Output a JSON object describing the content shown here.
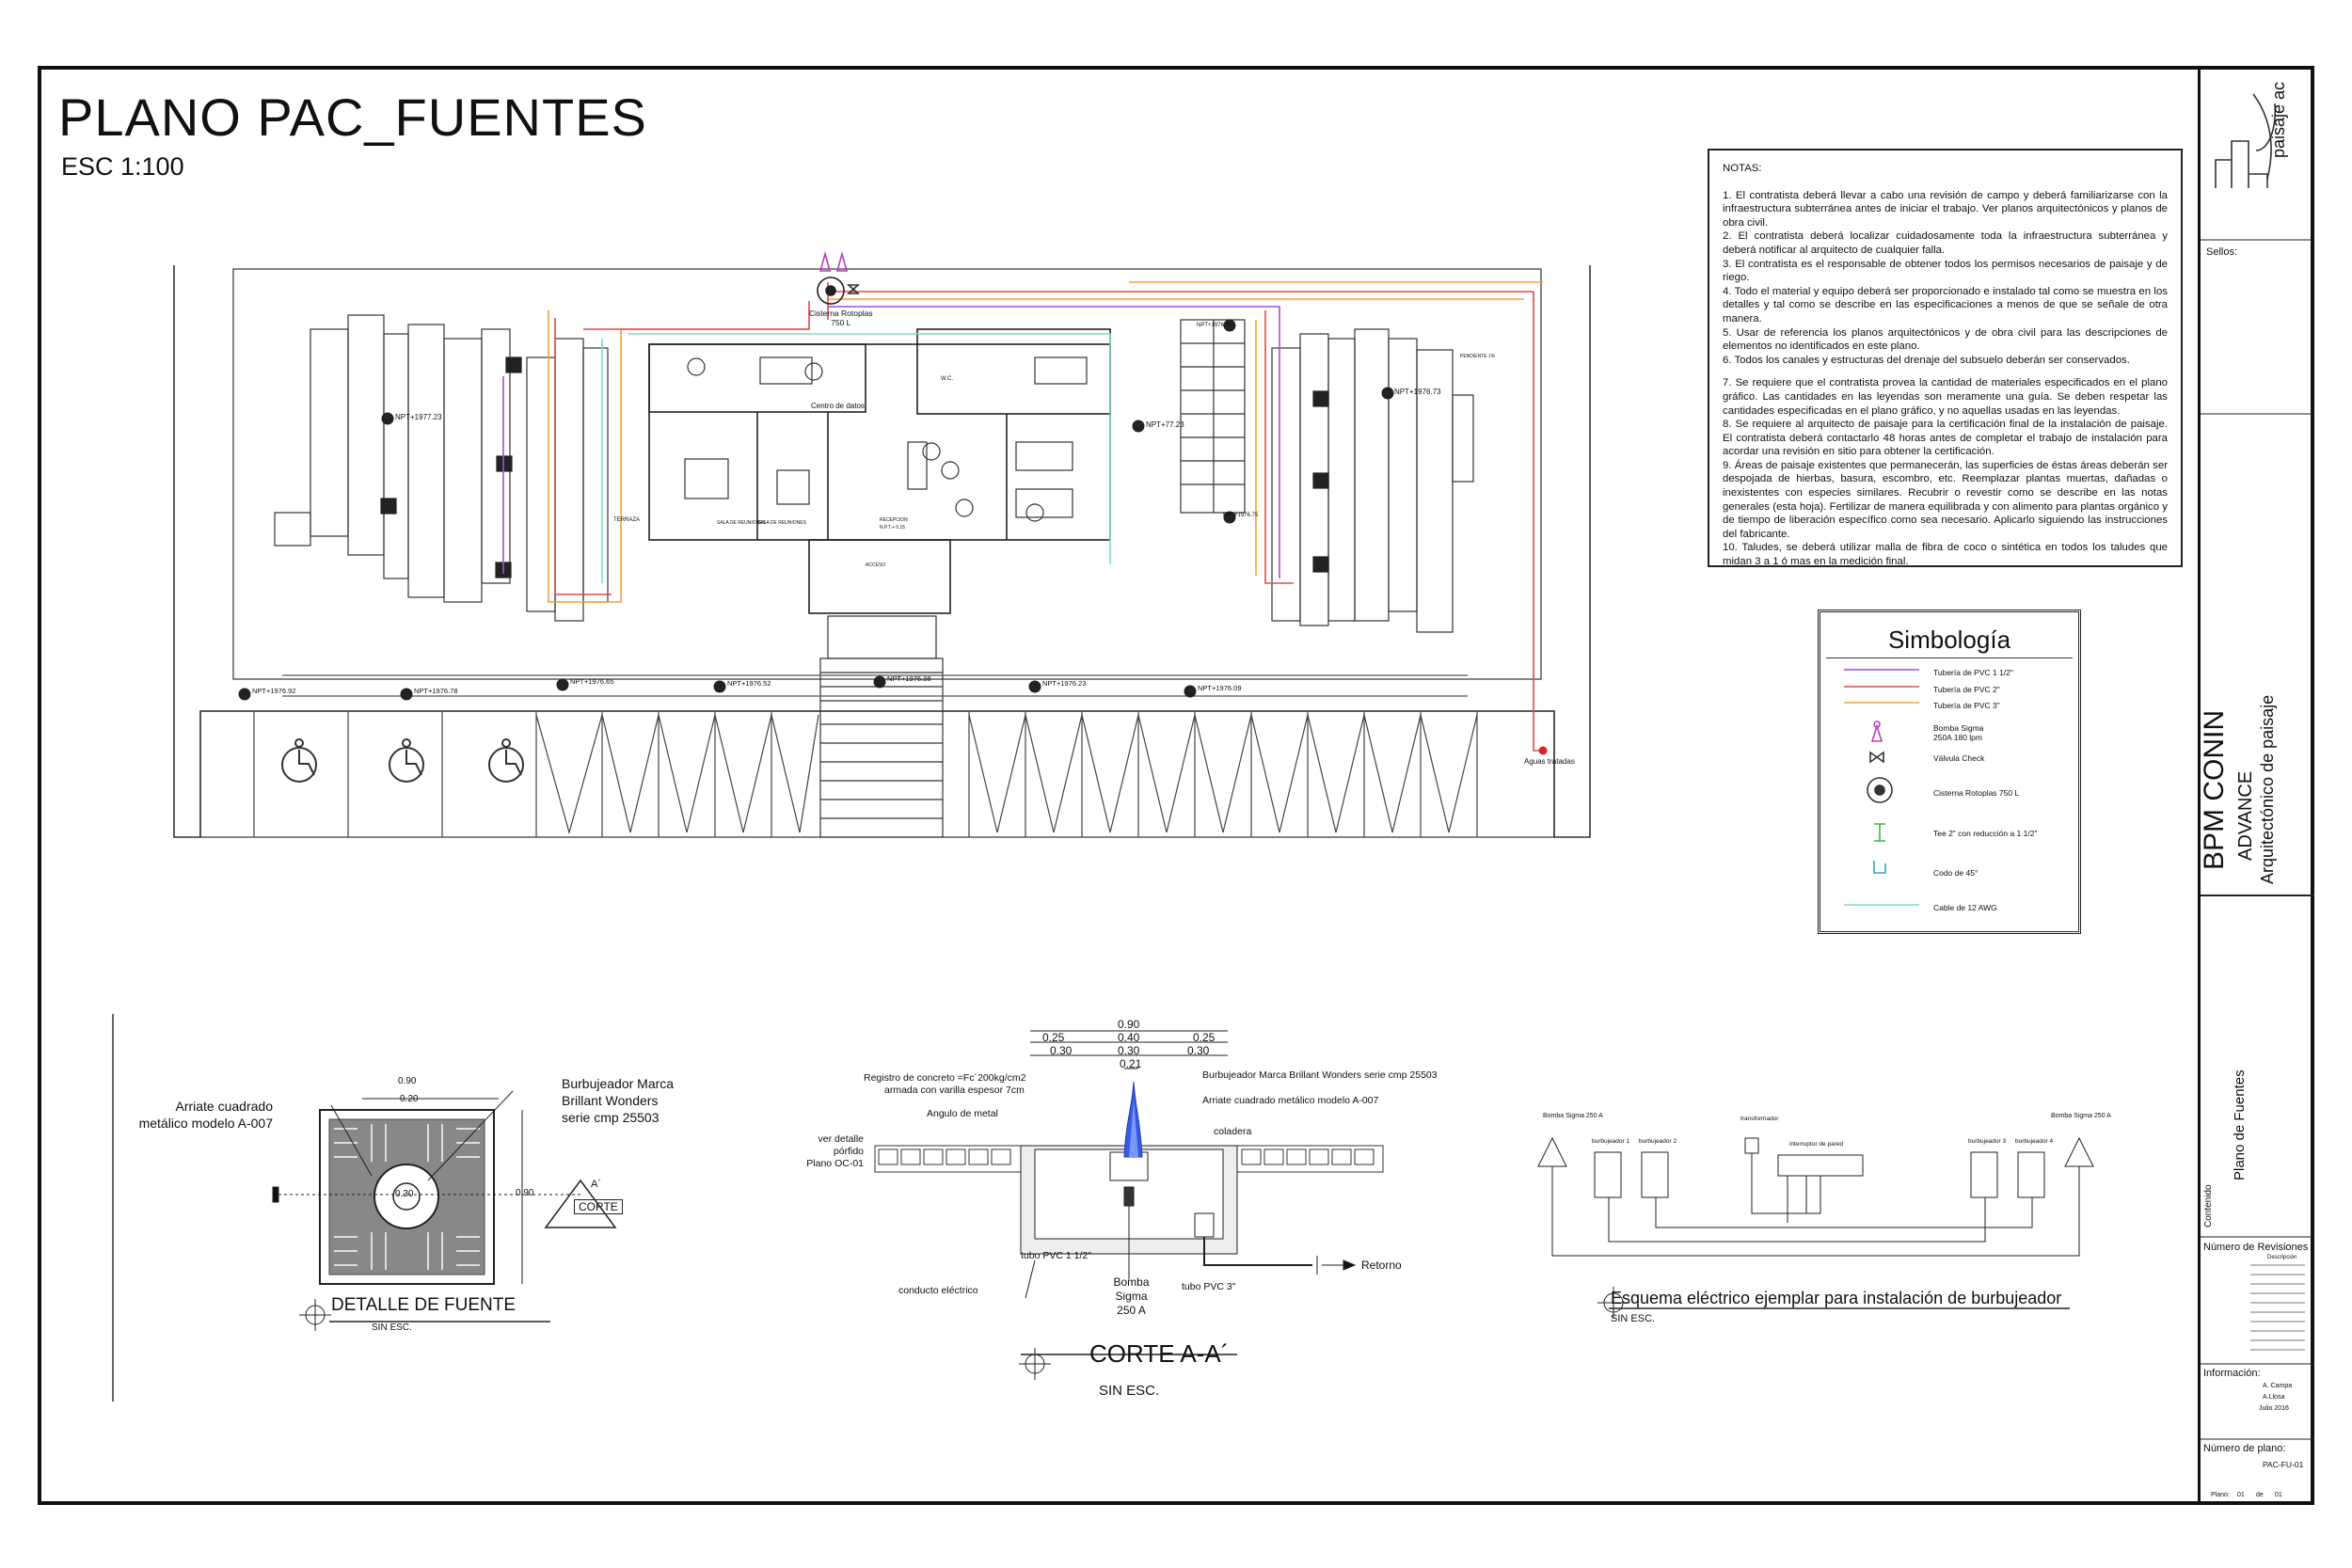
{
  "header": {
    "title": "PLANO PAC_FUENTES",
    "scale": "ESC 1:100"
  },
  "notes": {
    "heading": "NOTAS:",
    "items": [
      "1. El contratista deberá llevar a cabo una revisión de campo y deberá familiarizarse con la infraestructura subterránea antes de iniciar el trabajo. Ver planos arquitectónicos y planos de obra civil.",
      "2. El contratista deberá localizar cuidadosamente toda la infraestructura subterránea y deberá notificar al arquitecto de cualquier falla.",
      "3. El contratista es el responsable de obtener todos los permisos necesarios de paisaje y de riego.",
      "4. Todo el material y equipo deberá ser proporcionado e instalado tal como se muestra en los detalles y tal como se describe en las especificaciones a menos de que se señale de otra manera.",
      "5. Usar de referencia los planos arquitectónicos y de obra civil para las descripciones de elementos no identificados en este plano.",
      "6. Todos los canales y estructuras del drenaje del subsuelo deberán ser conservados.",
      "7. Se requiere que el contratista provea la cantidad de materiales especificados en el plano gráfico. Las cantidades en las leyendas son meramente una guía. Se deben respetar las cantidades especificadas en el plano gráfico, y no aquellas usadas en las leyendas.",
      "8. Se requiere al arquitecto de paisaje para la certificación final de la instalación de paisaje. El contratista deberá contactarlo 48 horas antes de completar el trabajo de instalación para acordar una revisión en sitio para obtener la certificación.",
      "9. Áreas de paisaje existentes que permanecerán, las superficies de éstas áreas deberán ser despojada de hierbas, basura, escombro, etc. Reemplazar plantas muertas, dañadas o inexistentes con especies similares. Recubrir o revestir como se describe en las notas generales (esta hoja). Fertilizar de manera equilibrada y con alimento para plantas orgánico y de tiempo de liberación específico como sea necesario. Aplicarlo siguiendo las instrucciones del fabricante.",
      "10. Taludes, se deberá utilizar malla de fibra de coco o sintética en todos los taludes que midan 3 a 1 ó mas en la medición final."
    ]
  },
  "symbology": {
    "title": "Simbología",
    "items": [
      {
        "label": "Tubería de PVC 1 1/2\"",
        "color": "#a24fd6",
        "icon": "pipe-line-icon"
      },
      {
        "label": "Tubería de PVC 2\"",
        "color": "#e24a4a",
        "icon": "pipe-line-icon"
      },
      {
        "label": "Tubería de PVC 3\"",
        "color": "#f0a23c",
        "icon": "pipe-line-icon"
      },
      {
        "label": "Bomba Sigma",
        "label2": "250A 180 lpm",
        "color": "#c03ac0",
        "icon": "pump-icon"
      },
      {
        "label": "Válvula Check",
        "color": "#333333",
        "icon": "check-valve-icon"
      },
      {
        "label": "Cisterna Rotoplas 750 L",
        "color": "#333333",
        "icon": "cistern-icon"
      },
      {
        "label": "Tee 2\" con reducción a 1 1/2\"",
        "color": "#3ab83a",
        "icon": "tee-icon"
      },
      {
        "label": "Codo de 45°",
        "color": "#2aa8c8",
        "icon": "elbow-icon"
      },
      {
        "label": "Cable de 12 AWG",
        "color": "#7fdcc0",
        "icon": "cable-line-icon"
      }
    ]
  },
  "plan": {
    "cistern_label": "Cisterna Rotoplas",
    "cistern_label2": "750 L",
    "rooms": {
      "centro": "Centro de datos",
      "terraza": "TERRAZA",
      "sala1": "SALA DE REUNIONES",
      "sala2": "SALA DE REUNIONES",
      "recepcion": "RECEPCION",
      "recepcion2": "N.P.T.+ 0.15",
      "wc": "W.C.",
      "acceso": "ACCESO",
      "pendiente": "PENDIENTE 1%"
    },
    "levels": {
      "left": "NPT+1977.23",
      "right": "NPT+1976.73",
      "center": "NPT+77.23",
      "stair_top": "NPT+1976.85",
      "stair_mid": "NPT+1976.75",
      "row": [
        "NPT+1976.92",
        "NPT+1976.78",
        "NPT+1976.65",
        "NPT+1976.52",
        "NPT+1976.38",
        "NPT+1976.23",
        "NPT+1976.09"
      ]
    },
    "aguas_tratadas": "Aguas tratadas"
  },
  "detail": {
    "title": "DETALLE DE FUENTE",
    "scale": "SIN ESC.",
    "dim_090": "0.90",
    "dim_020": "0.20",
    "dim_030": "0.30",
    "arriate": "Arriate cuadrado",
    "arriate2": "metálico modelo A-007",
    "burbujeador": "Burbujeador Marca",
    "burbujeador2": "Brillant Wonders",
    "burbujeador3": "serie cmp 25503",
    "section_mark": "A´",
    "section_label": "CORTE"
  },
  "corte": {
    "title": "CORTE A-A´",
    "scale": "SIN ESC.",
    "dims": {
      "total": "0.90",
      "a": "0.25",
      "b": "0.40",
      "c": "0.25",
      "d": "0.30",
      "e": "0.30",
      "f": "0.30",
      "g": "0.21"
    },
    "registro": "Registro de concreto =Fc´200kg/cm2",
    "registro2": "armada con varilla espesor 7cm",
    "angulo": "Angulo de metal",
    "ver_detalle": "ver detalle",
    "ver_detalle2": "pórfido",
    "ver_detalle3": "Plano OC-01",
    "burbujeador": "Burbujeador Marca Brillant Wonders serie cmp 25503",
    "arriate": "Arriate cuadrado metálico modelo A-007",
    "coladera": "coladera",
    "tubo_1": "tubo PVC 1 1/2\"",
    "bomba": "Bomba",
    "bomba2": "Sigma",
    "bomba3": "250 A",
    "tubo_3": "tubo PVC 3\"",
    "retorno": "Retorno",
    "conducto": "conducto eléctrico"
  },
  "esquema": {
    "title": "Esquema eléctrico ejemplar para instalación de burbujeador",
    "scale": "SIN ESC.",
    "bomba_left": "Bomba Sigma 250 A",
    "bomba_right": "Bomba Sigma 250 A",
    "b1": "burbujeador 1",
    "b2": "burbujeador 2",
    "b3": "burbujeador 3",
    "b4": "burbujeador 4",
    "transformador": "transformador",
    "interruptor": "interruptor de pared"
  },
  "titleblock": {
    "logo": "paisaje ac",
    "sellos": "Sellos:",
    "project": "BPM CONIN",
    "client": "ADVANCE",
    "role": "Arquitectónico de paisaje",
    "contenido": "Contenido",
    "contenido_value": "Plano de Fuentes",
    "revisiones": "Número de Revisiones",
    "descripcion": "Descripción",
    "informacion": "Información:",
    "info_lines": [
      "A. Campa",
      "A.Llosa",
      "Julio 2016"
    ],
    "numero_plano": "Número de plano:",
    "plano_code": "PAC-FU-01",
    "plano_label": "Plano:",
    "plano_num": "01",
    "plano_de": "de",
    "plano_total": "01"
  }
}
